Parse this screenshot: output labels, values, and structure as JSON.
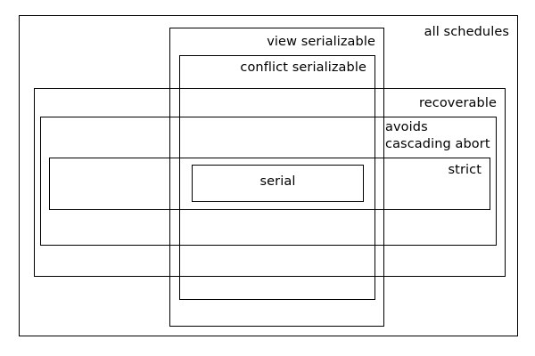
{
  "diagram": {
    "title": "Classes of database schedules (containment diagram)",
    "background_color": "#ffffff",
    "line_color": "#000000",
    "text_color": "#000000",
    "boxes": [
      {
        "id": "all-schedules",
        "label": "all schedules",
        "label_align": "right"
      },
      {
        "id": "view-serializable",
        "label": "view serializable",
        "label_align": "right"
      },
      {
        "id": "conflict-serializable",
        "label": "conflict serializable",
        "label_align": "right"
      },
      {
        "id": "recoverable",
        "label": "recoverable",
        "label_align": "right"
      },
      {
        "id": "avoids-cascading",
        "label": "avoids\ncascading abort",
        "label_align": "left"
      },
      {
        "id": "strict",
        "label": "strict",
        "label_align": "right"
      },
      {
        "id": "serial",
        "label": "serial",
        "label_align": "center"
      }
    ],
    "labels": {
      "all_schedules": "all schedules",
      "view_serializable": "view serializable",
      "conflict_serializable": "conflict serializable",
      "recoverable": "recoverable",
      "avoids_cascading_abort": "avoids\ncascading abort",
      "strict": "strict",
      "serial": "serial"
    }
  }
}
